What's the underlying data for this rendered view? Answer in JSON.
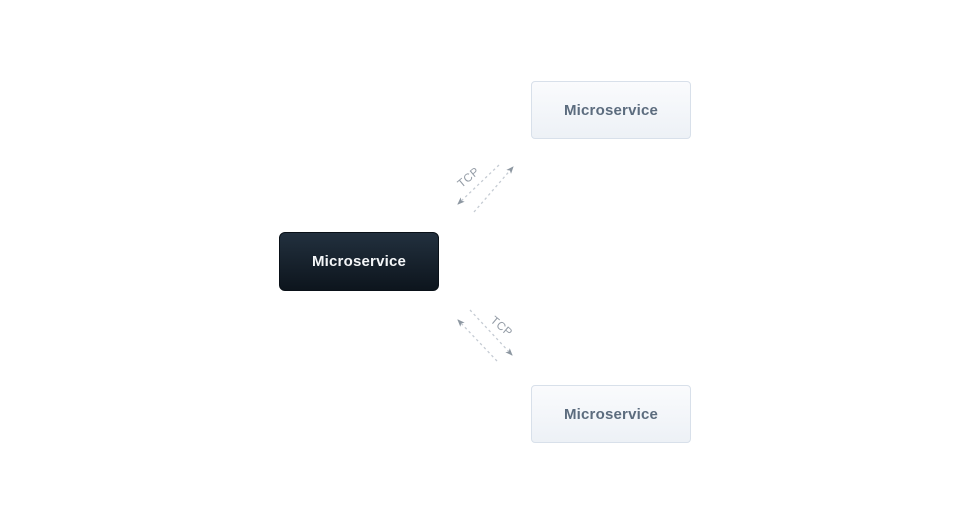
{
  "diagram": {
    "nodes": [
      {
        "id": "primary",
        "label": "Microservice",
        "variant": "dark"
      },
      {
        "id": "remote-top",
        "label": "Microservice",
        "variant": "light"
      },
      {
        "id": "remote-bottom",
        "label": "Microservice",
        "variant": "light"
      }
    ],
    "connections": [
      {
        "id": "top",
        "label": "TCP",
        "direction": "bidirectional"
      },
      {
        "id": "bottom",
        "label": "TCP",
        "direction": "bidirectional"
      }
    ]
  },
  "colors": {
    "dark-top": "#22303e",
    "dark-bottom": "#0d151d",
    "dark-text": "#f4f6f8",
    "light-top": "#fafbfd",
    "light-bottom": "#edf1f6",
    "light-border": "#d8e0ea",
    "light-text": "#5c6c7e",
    "edge-dash": "#c5cbd3",
    "edge-head": "#8d97a1",
    "edge-label": "#949ca6",
    "canvas-bg": "#ffffff"
  }
}
